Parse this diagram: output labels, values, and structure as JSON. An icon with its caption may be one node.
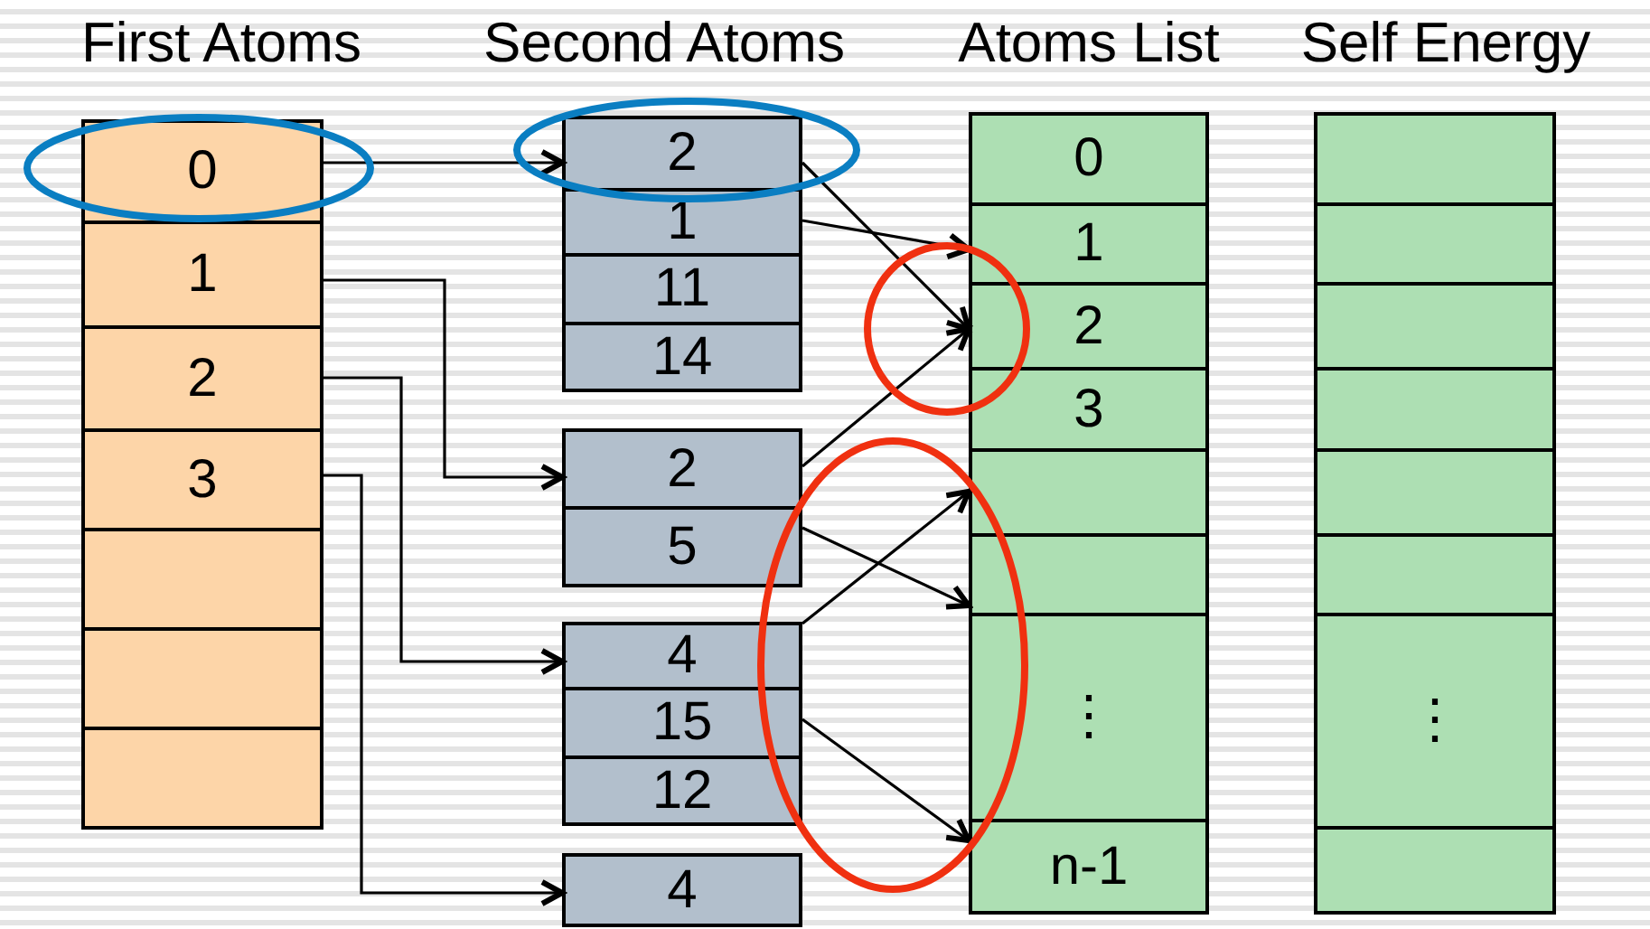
{
  "diagram": {
    "nodes": [
      {
        "text": [
          "0"
        ]
      },
      {
        "text": [
          "1"
        ]
      },
      {
        "text": [
          "2"
        ]
      },
      {
        "text": [
          "3"
        ]
      },
      {
        "text": [],
        "shape": "box"
      },
      {
        "text": [],
        "shape": "box"
      },
      {
        "text": [],
        "shape": "box"
      },
      {
        "text": [
          "2"
        ]
      },
      {
        "text": [
          "1"
        ]
      },
      {
        "text": [
          "11"
        ]
      },
      {
        "text": [
          "14"
        ]
      },
      {
        "text": [
          "2"
        ]
      },
      {
        "text": [
          "5"
        ]
      },
      {
        "text": [
          "4"
        ]
      },
      {
        "text": [
          "15"
        ]
      },
      {
        "text": [
          "12"
        ]
      },
      {
        "text": [
          "4"
        ]
      },
      {
        "text": [
          "0"
        ]
      },
      {
        "text": [
          "1"
        ]
      },
      {
        "text": [
          "2"
        ]
      },
      {
        "text": [
          "3"
        ]
      },
      {
        "text": [],
        "shape": "box"
      },
      {
        "text": [],
        "shape": "box"
      },
      {
        "text": [
          "⋮"
        ]
      },
      {
        "text": [
          "n-1"
        ]
      },
      {
        "text": [],
        "shape": "box"
      },
      {
        "text": [],
        "shape": "box"
      },
      {
        "text": [],
        "shape": "box"
      },
      {
        "text": [],
        "shape": "box"
      },
      {
        "text": [],
        "shape": "box"
      },
      {
        "text": [],
        "shape": "box"
      },
      {
        "text": [
          "⋮"
        ]
      },
      {
        "text": [],
        "shape": "box"
      }
    ],
    "edges": [
      {
        "from": 0,
        "to": 7,
        "arrow": "to"
      },
      {
        "from": 1,
        "to": 11,
        "arrow": "to"
      },
      {
        "from": 2,
        "to": 13,
        "arrow": "to"
      },
      {
        "from": 3,
        "to": 16,
        "arrow": "to"
      },
      {
        "from": 7,
        "to": 19,
        "arrow": "to"
      },
      {
        "from": 8,
        "to": 18,
        "arrow": "to"
      },
      {
        "from": 11,
        "to": 19,
        "arrow": "to"
      },
      {
        "from": 12,
        "to": 22,
        "arrow": "to"
      },
      {
        "from": 13,
        "to": 21,
        "arrow": "to"
      },
      {
        "from": 14,
        "to": 24,
        "arrow": "to"
      }
    ],
    "labels": [
      "First Atoms",
      "Second Atoms",
      "Atoms List",
      "Self Energy"
    ]
  }
}
